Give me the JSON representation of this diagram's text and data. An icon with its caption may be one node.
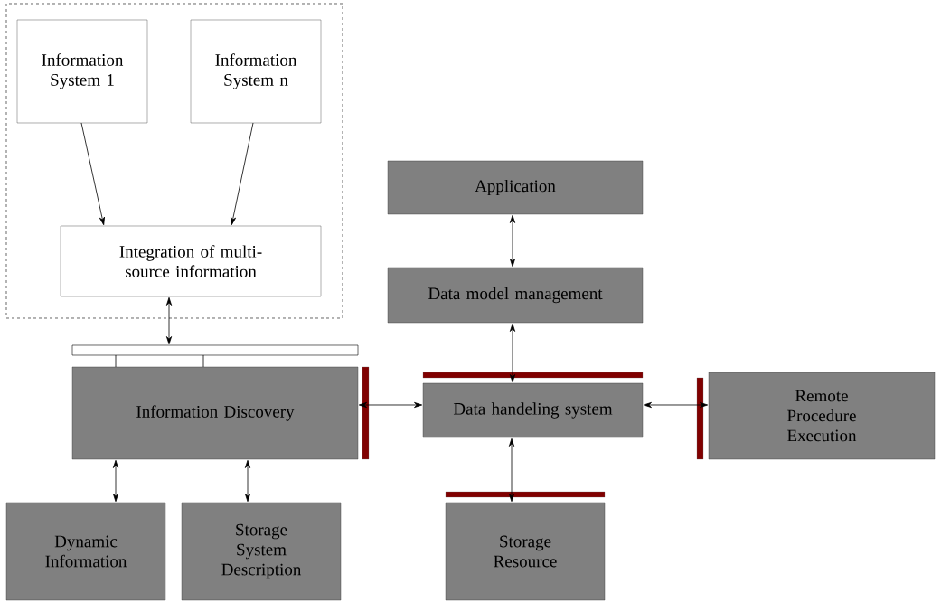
{
  "diagram": {
    "nodes": [
      {
        "text": [],
        "shape": "box"
      },
      {
        "text": [
          "Information System 1"
        ],
        "in": 0
      },
      {
        "text": [
          "Information System n"
        ],
        "in": 0
      },
      {
        "text": [
          "Integration of multi-source information"
        ],
        "in": 0
      },
      {
        "text": [],
        "shape": "bar"
      },
      {
        "text": [
          "Information Discovery"
        ]
      },
      {
        "text": [
          "Application"
        ]
      },
      {
        "text": [
          "Data model management"
        ]
      },
      {
        "text": [
          "Data handeling system"
        ]
      },
      {
        "text": [
          "Remote Procedure Execution"
        ]
      },
      {
        "text": [
          "Dynamic Information"
        ]
      },
      {
        "text": [
          "Storage System Description"
        ]
      },
      {
        "text": [
          "Storage Resource"
        ]
      }
    ],
    "edges": [
      {
        "from": 1,
        "to": 3,
        "arrow": "to"
      },
      {
        "from": 2,
        "to": 3,
        "arrow": "to"
      },
      {
        "from": 3,
        "to": 4,
        "arrow": "both"
      },
      {
        "from": 4,
        "to": 5,
        "arrow": "none"
      },
      {
        "from": 4,
        "to": 5,
        "arrow": "none"
      },
      {
        "from": 6,
        "to": 7,
        "arrow": "both"
      },
      {
        "from": 7,
        "to": 8,
        "arrow": "both"
      },
      {
        "from": 5,
        "to": 8,
        "arrow": "both"
      },
      {
        "from": 9,
        "to": 8,
        "arrow": "both"
      },
      {
        "from": 5,
        "to": 10,
        "arrow": "both"
      },
      {
        "from": 5,
        "to": 11,
        "arrow": "both"
      },
      {
        "from": 8,
        "to": 12,
        "arrow": "both"
      }
    ]
  }
}
